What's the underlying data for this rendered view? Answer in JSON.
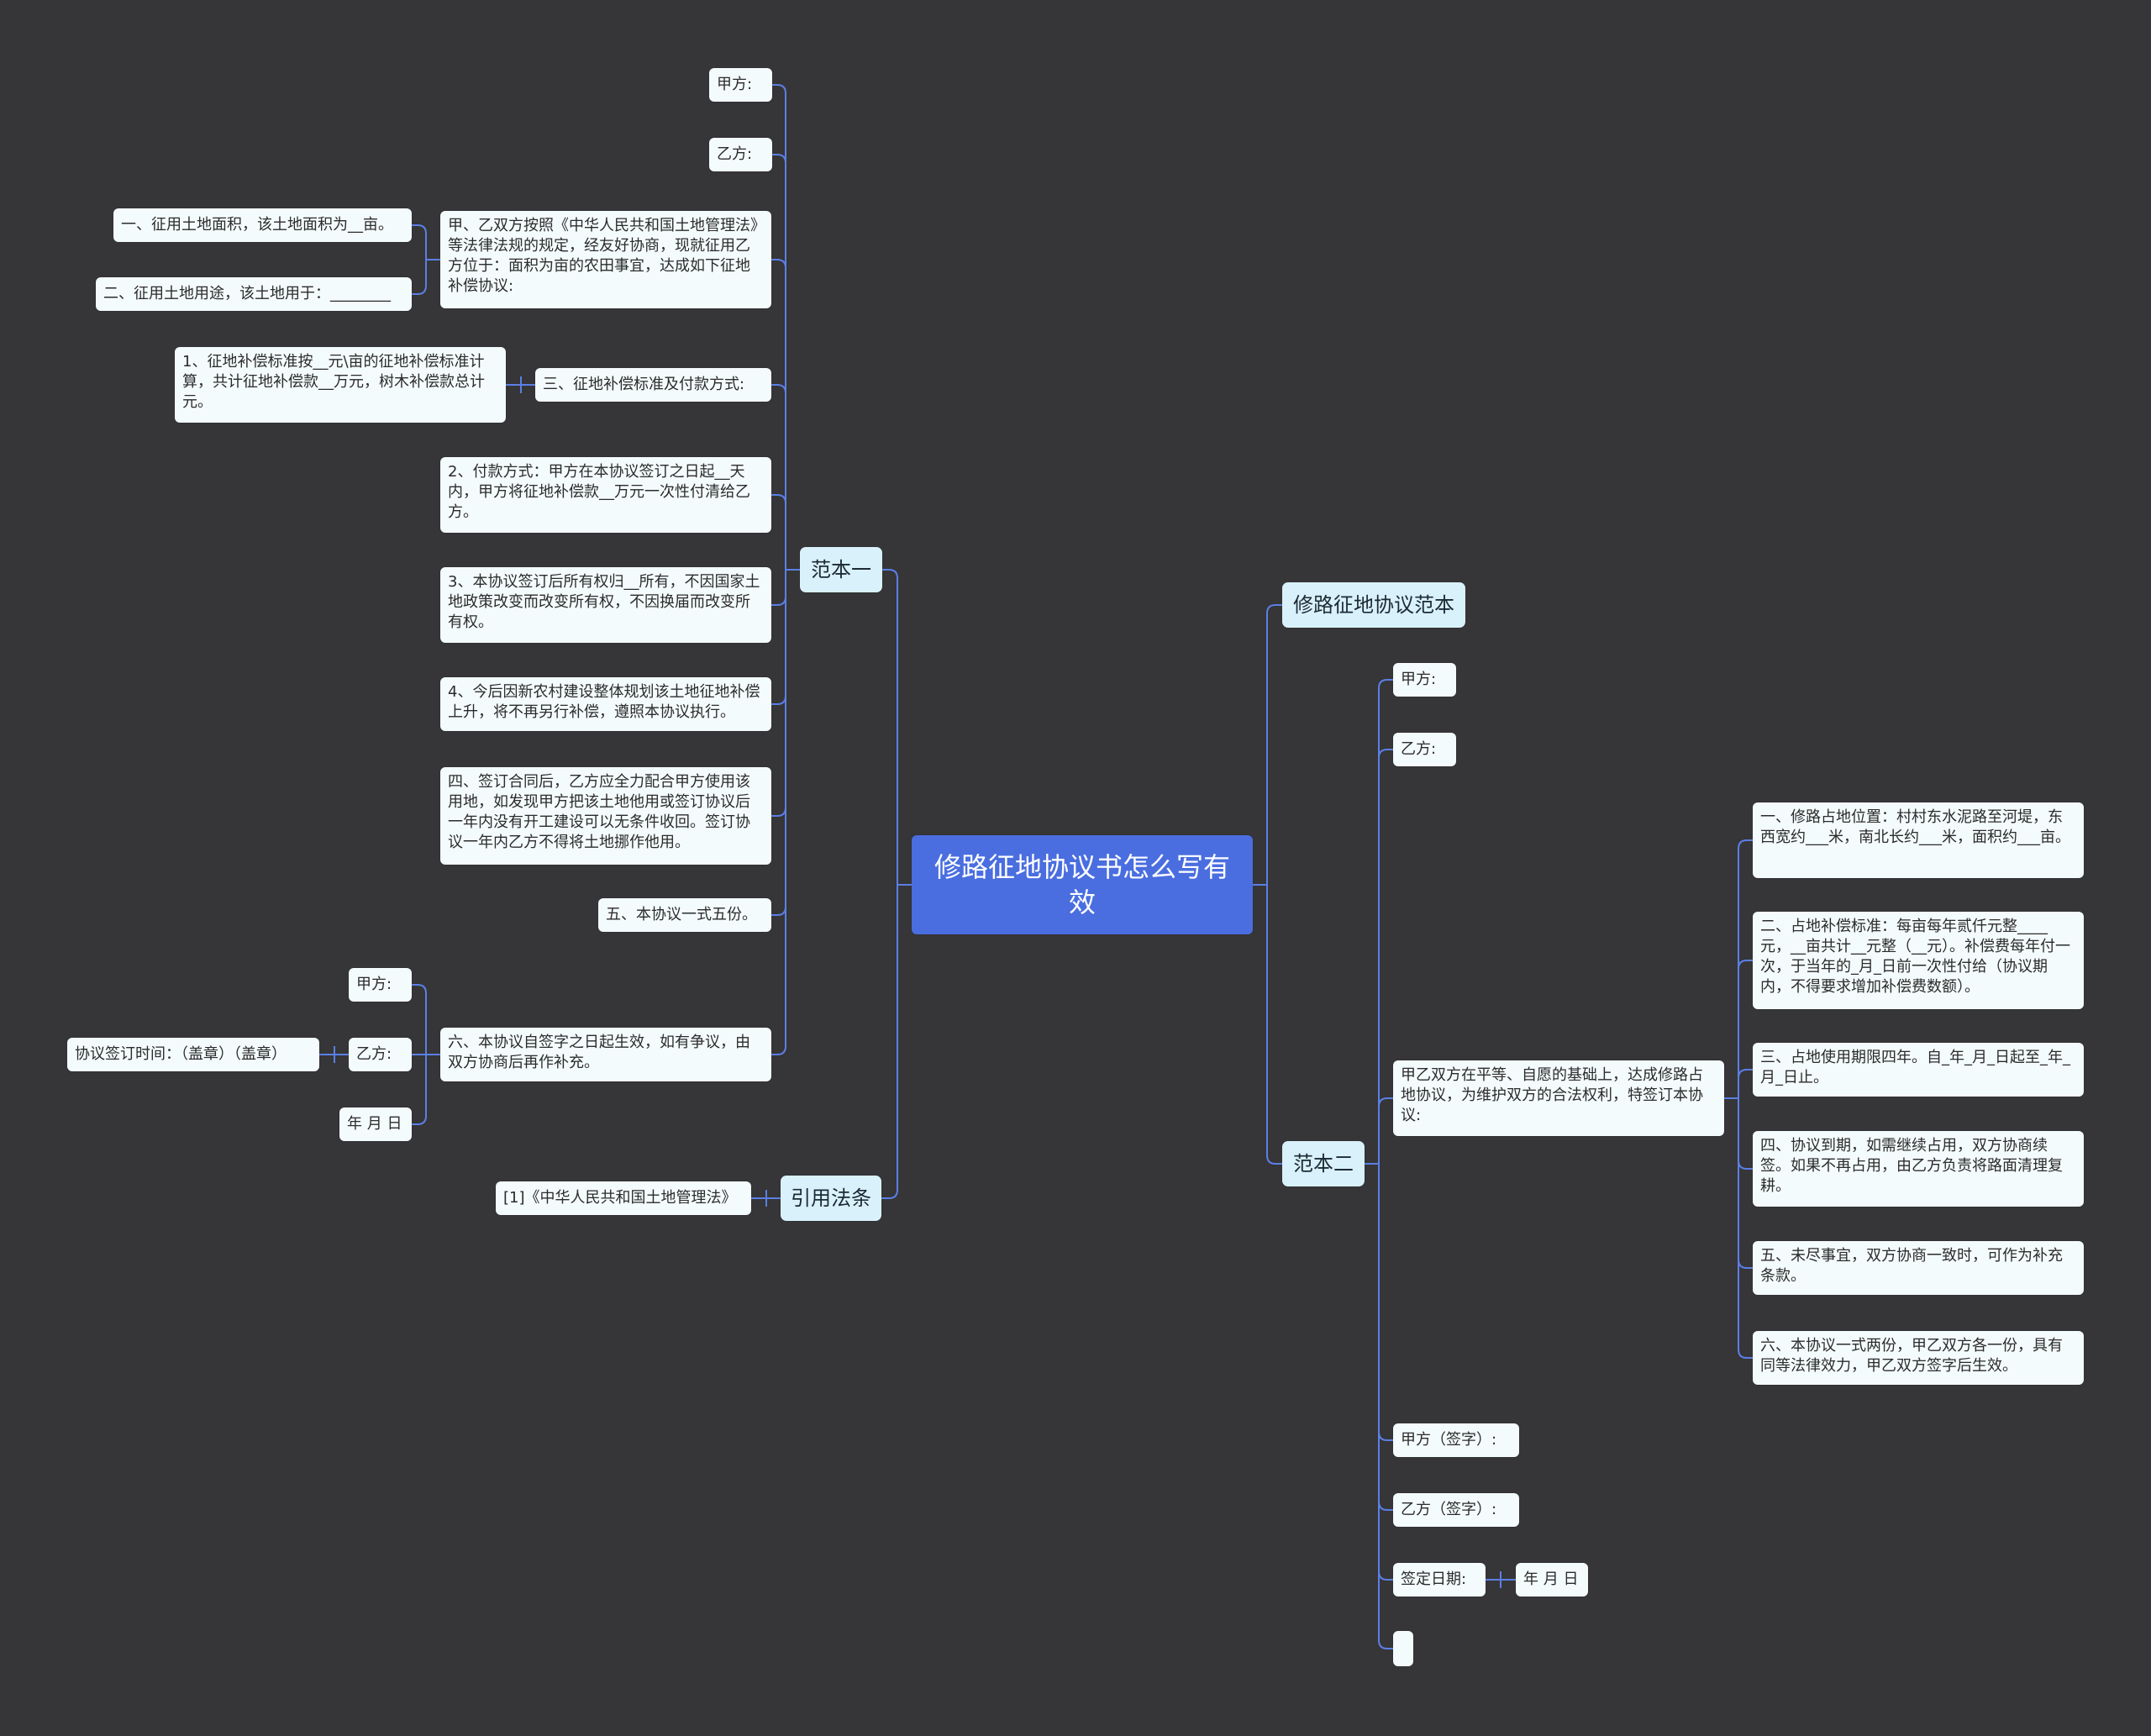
{
  "root": {
    "label": "修路征地协议书怎么写有效"
  },
  "left": {
    "fanben1": {
      "label": "范本一",
      "items": {
        "jiafang": "甲方:",
        "yifang": "乙方:",
        "intro": "甲、乙双方按照《中华人民共和国土地管理法》等法律法规的规定，经友好协商，现就征用乙方位于：面积为亩的农田事宜，达成如下征地补偿协议:",
        "intro_sub1": "一、征用土地面积，该土地面积为__亩。",
        "intro_sub2": "二、征用土地用途，该土地用于：________",
        "item3": "三、征地补偿标准及付款方式:",
        "item3_sub": "1、征地补偿标准按__元\\亩的征地补偿标准计算，共计征地补偿款__万元，树木补偿款总计元。",
        "pay": "2、付款方式：甲方在本协议签订之日起__天内，甲方将征地补偿款__万元一次性付清给乙方。",
        "own": "3、本协议签订后所有权归__所有，不因国家土地政策改变而改变所有权，不因换届而改变所有权。",
        "future": "4、今后因新农村建设整体规划该土地征地补偿上升，将不再另行补偿，遵照本协议执行。",
        "item4": "四、签订合同后，乙方应全力配合甲方使用该用地，如发现甲方把该土地他用或签订协议后一年内没有开工建设可以无条件收回。签订协议一年内乙方不得将土地挪作他用。",
        "item5": "五、本协议一式五份。",
        "item6": "六、本协议自签字之日起生效，如有争议，由双方协商后再作补充。",
        "item6_jia": "甲方:",
        "item6_yi": "乙方:",
        "item6_date": "年 月 日",
        "item6_yi_sub": "协议签订时间：（盖章）（盖章）"
      }
    },
    "cite": {
      "label": "引用法条",
      "item": "[1]《中华人民共和国土地管理法》"
    }
  },
  "right": {
    "title_branch": {
      "label": "修路征地协议范本"
    },
    "fanben2": {
      "label": "范本二",
      "items": {
        "jiafang": "甲方:",
        "yifang": "乙方:",
        "intro": "甲乙双方在平等、自愿的基础上，达成修路占地协议，为维护双方的合法权利，特签订本协议:",
        "sub1": "一、修路占地位置：村村东水泥路至河堤，东西宽约___米，南北长约___米，面积约___亩。",
        "sub2": "二、占地补偿标准：每亩每年贰仟元整____元，__亩共计__元整（__元）。补偿费每年付一次，于当年的_月_日前一次性付给（协议期内，不得要求增加补偿费数额）。",
        "sub3": "三、占地使用期限四年。自_年_月_日起至_年_月_日止。",
        "sub4": "四、协议到期，如需继续占用，双方协商续签。如果不再占用，由乙方负责将路面清理复耕。",
        "sub5": "五、未尽事宜，双方协商一致时，可作为补充条款。",
        "sub6": "六、本协议一式两份，甲乙双方各一份，具有同等法律效力，甲乙双方签字后生效。",
        "sign_jia": "甲方（签字）:",
        "sign_yi": "乙方（签字）:",
        "sign_date": "签定日期:",
        "sign_date_sub": "年 月 日",
        "empty": ""
      }
    }
  },
  "colors": {
    "background": "#363537",
    "line": "#5b7fe6",
    "root_fill": "#4a6ee0",
    "branch_fill": "#d9f1fb",
    "leaf_fill": "#f4fbfc"
  }
}
